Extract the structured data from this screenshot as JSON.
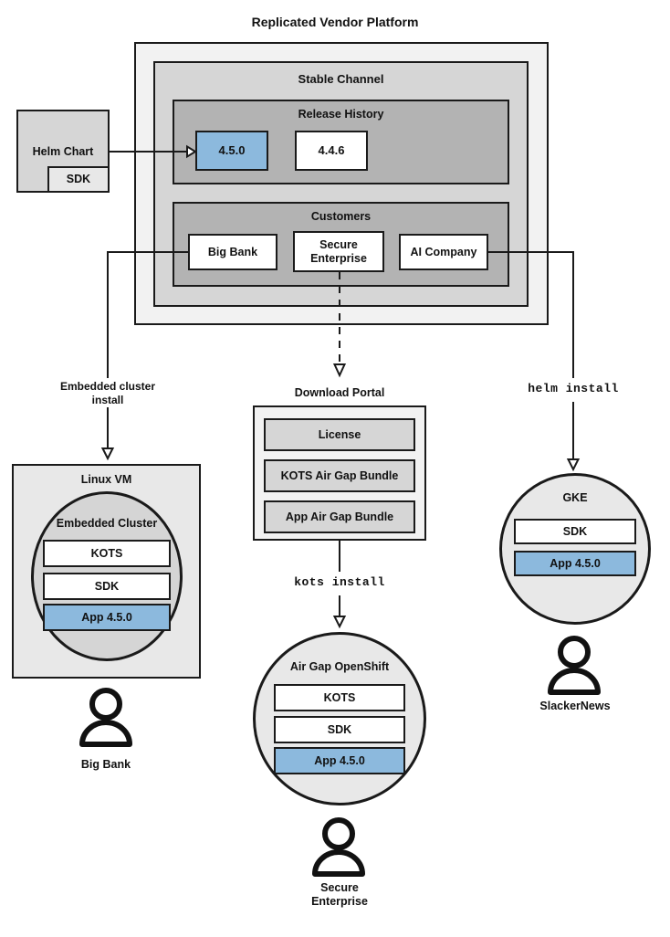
{
  "diagram": {
    "title": "Replicated Vendor Platform",
    "platform": {
      "stable_channel_label": "Stable Channel",
      "release_history": {
        "label": "Release History",
        "releases": [
          {
            "version": "4.5.0",
            "highlighted": true
          },
          {
            "version": "4.4.6",
            "highlighted": false
          }
        ]
      },
      "customers": {
        "label": "Customers",
        "items": [
          {
            "name": "Big Bank"
          },
          {
            "name": "Secure\nEnterprise"
          },
          {
            "name": "AI Company"
          }
        ]
      }
    },
    "helm_chart": {
      "label": "Helm Chart",
      "sdk_label": "SDK"
    },
    "edges": {
      "embedded_cluster_install": "Embedded cluster\ninstall",
      "kots_install": "kots install",
      "helm_install": "helm install"
    },
    "download_portal": {
      "label": "Download Portal",
      "artifacts": [
        "License",
        "KOTS Air Gap Bundle",
        "App Air Gap Bundle"
      ]
    },
    "targets": [
      {
        "id": "linux-vm",
        "label": "Linux VM",
        "inner_label": "Embedded Cluster",
        "components": [
          {
            "name": "KOTS",
            "highlighted": false
          },
          {
            "name": "SDK",
            "highlighted": false
          },
          {
            "name": "App 4.5.0",
            "highlighted": true
          }
        ],
        "customer": "Big Bank"
      },
      {
        "id": "air-gap-openshift",
        "label": "Air Gap OpenShift",
        "components": [
          {
            "name": "KOTS",
            "highlighted": false
          },
          {
            "name": "SDK",
            "highlighted": false
          },
          {
            "name": "App 4.5.0",
            "highlighted": true
          }
        ],
        "customer": "Secure\nEnterprise"
      },
      {
        "id": "gke",
        "label": "GKE",
        "components": [
          {
            "name": "SDK",
            "highlighted": false
          },
          {
            "name": "App 4.5.0",
            "highlighted": true
          }
        ],
        "customer": "SlackerNews"
      }
    ],
    "colors": {
      "highlight_fill": "#8cb9dd",
      "highlight_border": "#2f6ea5",
      "highlight_text": "#14416b",
      "outer_fill": "#f2f2f2",
      "mid_fill": "#d6d6d6",
      "dark_fill": "#b3b3b3",
      "line": "#1a1a1a"
    }
  }
}
